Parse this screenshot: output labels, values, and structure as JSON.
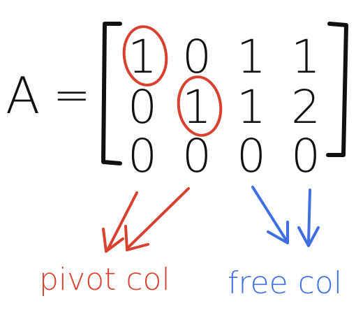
{
  "matrix": {
    "name": "A",
    "equals": "=",
    "rows": [
      [
        "1",
        "0",
        "1",
        "1"
      ],
      [
        "0",
        "1",
        "1",
        "2"
      ],
      [
        "0",
        "0",
        "0",
        "0"
      ]
    ],
    "pivots": [
      {
        "row": 0,
        "col": 0
      },
      {
        "row": 1,
        "col": 1
      }
    ]
  },
  "annotations": {
    "pivot_label": "pivot col",
    "free_label": "free col"
  },
  "colors": {
    "ink": "#111111",
    "pivot": "#d8402f",
    "free": "#3f6fe0"
  }
}
